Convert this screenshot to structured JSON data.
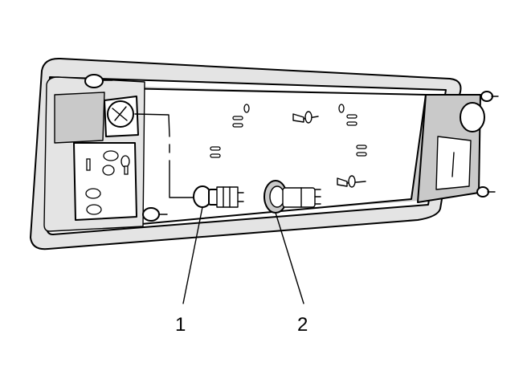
{
  "diagram": {
    "callouts": [
      {
        "id": "1",
        "label": "1"
      },
      {
        "id": "2",
        "label": "2"
      }
    ],
    "colors": {
      "line": "#000000",
      "housing_shade": "#c9c9c9",
      "light_shade": "#e4e4e4",
      "background": "#ffffff"
    }
  }
}
